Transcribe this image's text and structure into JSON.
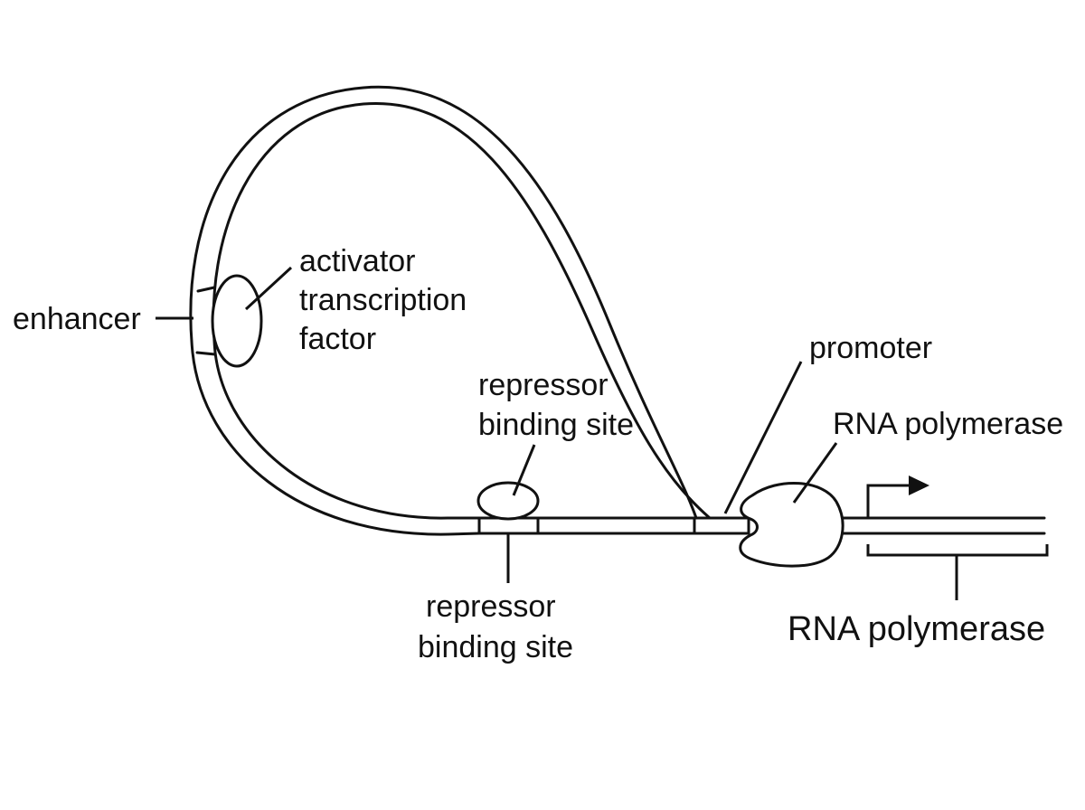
{
  "labels": {
    "enhancer": "enhancer",
    "activator_line1": "activator",
    "activator_line2": "transcription",
    "activator_line3": "factor",
    "repressor_top_line1": "repressor",
    "repressor_top_line2": "binding site",
    "repressor_bottom_line1": "repressor",
    "repressor_bottom_line2": "binding site",
    "promoter": "promoter",
    "rna_polymerase_top": "RNA polymerase",
    "rna_polymerase_bottom": "RNA polymerase"
  },
  "colors": {
    "stroke": "#111111",
    "background": "#ffffff"
  }
}
